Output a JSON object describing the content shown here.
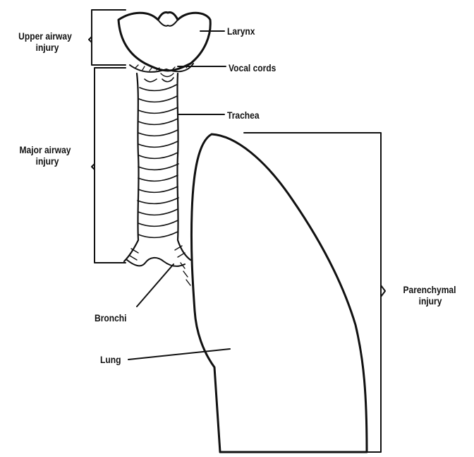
{
  "labels": {
    "larynx": "Larynx",
    "vocal_cords": "Vocal cords",
    "trachea": "Trachea",
    "bronchi": "Bronchi",
    "lung": "Lung",
    "upper_airway_line1": "Upper airway",
    "upper_airway_line2": "injury",
    "major_airway_line1": "Major airway",
    "major_airway_line2": "injury",
    "parenchymal_line1": "Parenchymal",
    "parenchymal_line2": "injury"
  },
  "colors": {
    "ink": "#111111",
    "background": "#ffffff"
  }
}
